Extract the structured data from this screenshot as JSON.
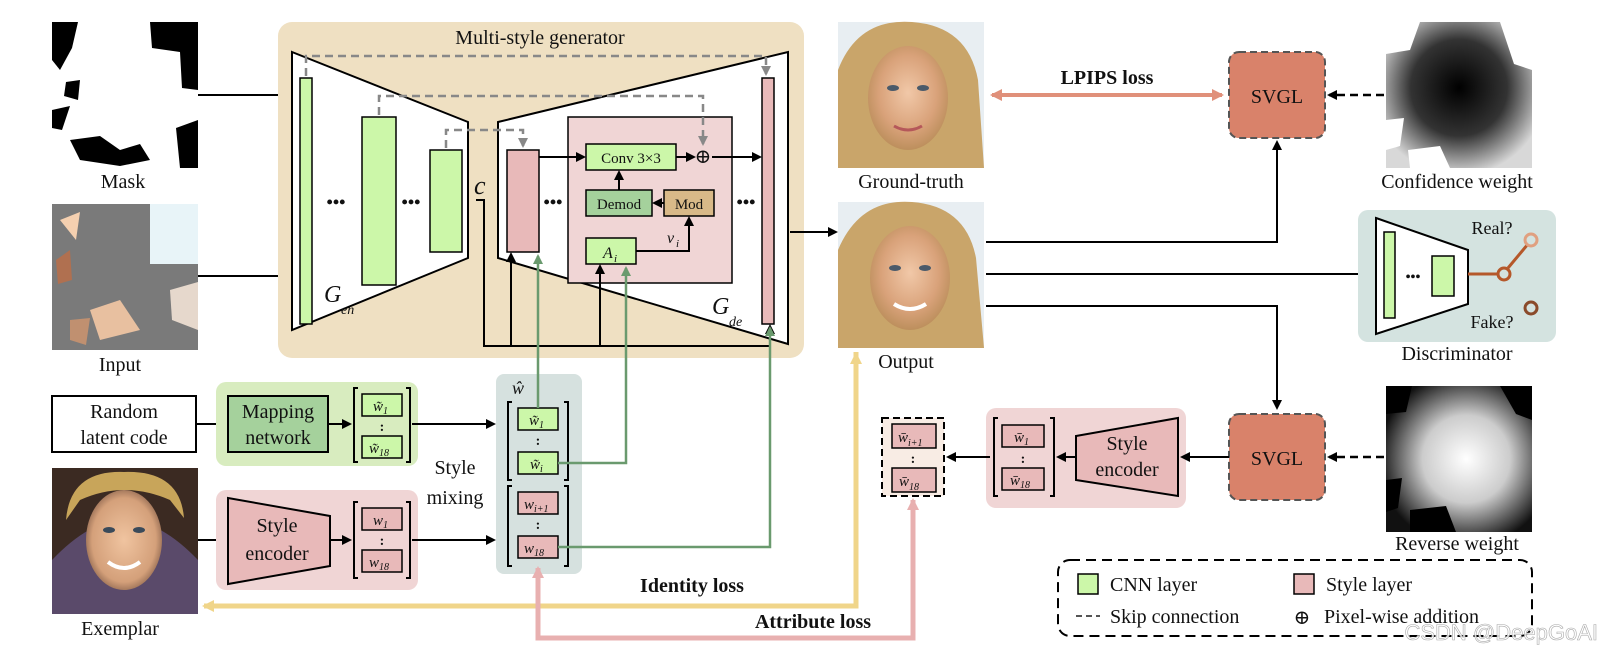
{
  "inputs": {
    "mask": "Mask",
    "input": "Input",
    "random_latent": [
      "Random",
      "latent code"
    ],
    "exemplar": "Exemplar"
  },
  "generator": {
    "title": "Multi-style generator",
    "encoder_label": "G",
    "encoder_sub": "en",
    "decoder_label": "G",
    "decoder_sub": "de",
    "c_label": "c",
    "conv": "Conv 3×3",
    "demod": "Demod",
    "mod": "Mod",
    "ai": "A",
    "ai_sub": "i",
    "vi": "v",
    "vi_sub": "i",
    "dots": "•••",
    "plus": "⊕"
  },
  "mapping": {
    "label": [
      "Mapping",
      "network"
    ],
    "w1": "w̃",
    "w1_sub": "1",
    "w18": "w̃",
    "w18_sub": "18"
  },
  "style_encoder": {
    "label": [
      "Style",
      "encoder"
    ],
    "w1": "w",
    "w1_sub": "1",
    "w18": "w",
    "w18_sub": "18"
  },
  "style_mixing": {
    "label": [
      "Style",
      "mixing"
    ],
    "w_hat": "ŵ",
    "w1": "w̃",
    "w1_sub": "1",
    "wi": "w̃",
    "wi_sub": "i",
    "wi1": "w",
    "wi1_sub": "i+1",
    "w18": "w",
    "w18_sub": "18"
  },
  "outputs": {
    "ground_truth": "Ground-truth",
    "output": "Output",
    "confidence_weight": "Confidence weight",
    "reverse_weight": "Reverse weight",
    "discriminator": "Discriminator",
    "real": "Real?",
    "fake": "Fake?"
  },
  "losses": {
    "lpips": "LPIPS loss",
    "identity": "Identity loss",
    "attribute": "Attribute loss",
    "svgl": "SVGL"
  },
  "right_encoder": {
    "label": [
      "Style",
      "encoder"
    ],
    "w1": "w̄",
    "w1_sub": "1",
    "w18": "w̄",
    "w18_sub": "18",
    "wi1": "w̄",
    "wi1_sub": "i+1",
    "w18b": "w̄",
    "w18b_sub": "18"
  },
  "legend": {
    "cnn": "CNN layer",
    "style": "Style layer",
    "skip": "Skip connection",
    "pixel": "Pixel-wise addition",
    "plus": "⊕"
  },
  "watermark": "CSDN @DeepGoAI",
  "colors": {
    "generator_bg": "#efe0c2",
    "cnn_green": "#ccf7a9",
    "style_pink": "#e8b9b9",
    "pink_panel": "#f0d5d5",
    "svgl": "#d9826a",
    "mapping_bg": "#d8ecbf",
    "mapping_box": "#a5d19c",
    "mixing_bg": "#d6e1df",
    "disc_bg": "#d4e3e0",
    "lpips_arrow": "#e0907a",
    "identity_arrow": "#f0d58a",
    "attribute_arrow": "#e8b0b0",
    "green_arrow": "#6a9a6e",
    "dark_brown": "#8a4a2a"
  }
}
